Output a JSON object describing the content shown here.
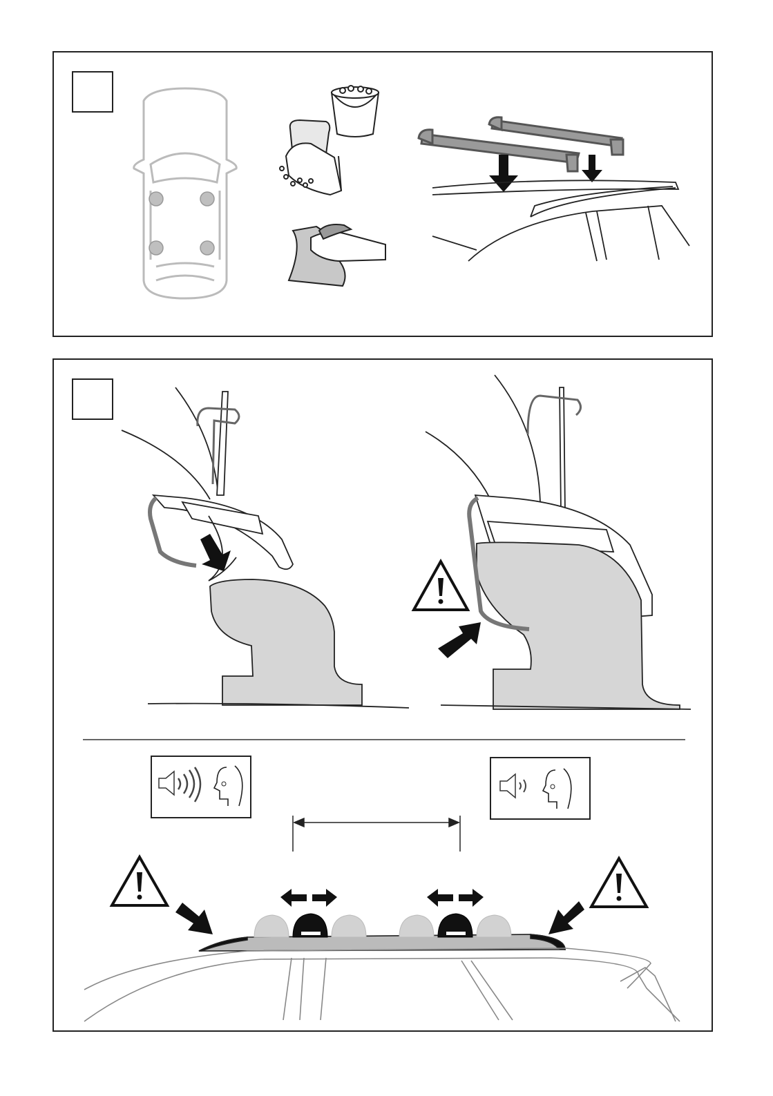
{
  "steps": [
    {
      "number": ""
    },
    {
      "number": ""
    }
  ],
  "illustrations": {
    "step1": [
      "car-top-view-with-4-contact-points",
      "washing-roof-with-soap",
      "drying-with-cloth",
      "placing-roof-bars-onto-rails"
    ],
    "step2": [
      "foot-before-mounting",
      "foot-mounted-on-rail",
      "loud-noise-icon",
      "quiet-noise-icon",
      "bar-spacing-measure",
      "foot-position-adjustment"
    ]
  },
  "colors": {
    "line": "#222222",
    "fill_grey": "#d6d6d6",
    "light_grey": "#c8c8c8",
    "arrow": "#111111"
  }
}
